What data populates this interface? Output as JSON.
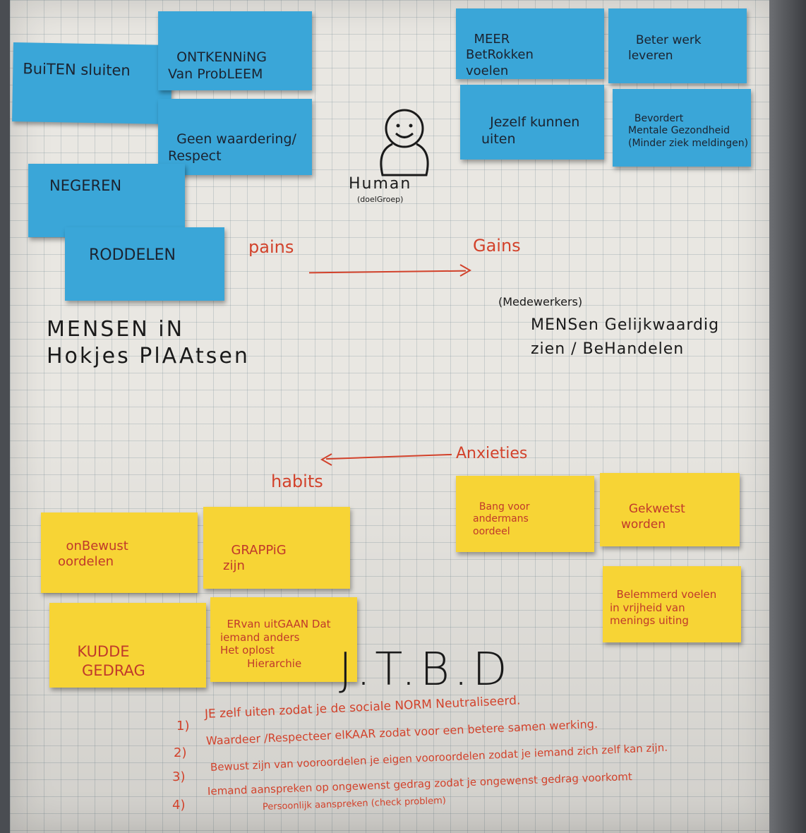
{
  "blue_notes": {
    "buiten_sluiten": "BuiTEN sluiten",
    "ontkenning": "ONTKENNiNG\nVan ProbLEEM",
    "geen_waardering": "Geen waardering/\nRespect",
    "negeren": "NEGEREN",
    "roddelen": "RODDELEN",
    "meer_betrokken": "MEER\nBetRokken\nvoelen",
    "beter_werk": "Beter werk\nleveren",
    "jezelf_uiten": "Jezelf kunnen\nuiten",
    "bevordert": "Bevordert\nMentale Gezondheid\n(Minder ziek meldingen)"
  },
  "human": {
    "label": "Human",
    "sublabel": "(doelGroep)"
  },
  "labels": {
    "pains": "pains",
    "gains": "Gains",
    "anxieties": "Anxieties",
    "habits": "habits"
  },
  "pains_text": "MENSEN iN\nHokjes PlAAtsen",
  "gains_text": {
    "small": "(Medewerkers)",
    "main": "MENSen Gelijkwaardig\nzien / BeHandelen"
  },
  "yellow_notes": {
    "onbewust": "onBewust\noordelen",
    "grappig": "GRAPPiG\nzijn",
    "kudde": "KUDDE\n   GEDRAG",
    "ervan": "ERvan uitGAAN Dat\niemand anders\nHet oplost\n        Hierarchie",
    "bang": "Bang voor\nandermans\noordeel",
    "gekwetst": "Gekwetst\nworden",
    "belemmerd": "Belemmerd voelen\nin vrijheid van\nmenings uiting"
  },
  "jtbd": {
    "title": "J.T.B.D",
    "items": [
      {
        "num": "1)",
        "text": "JE zelf uiten zodat je de sociale NORM Neutraliseerd."
      },
      {
        "num": "2)",
        "text": "Waardeer /Respecteer elKAAR zodat voor een betere samen werking."
      },
      {
        "num": "3)",
        "text": "Bewust zijn van vooroordelen je eigen vooroordelen zodat je iemand zich zelf kan zijn."
      },
      {
        "num": "4)",
        "text": "Iemand aanspreken op ongewenst gedrag zodat je ongewenst gedrag voorkomt"
      }
    ],
    "item4_extra": "Persoonlijk aanspreken (check problem)"
  }
}
